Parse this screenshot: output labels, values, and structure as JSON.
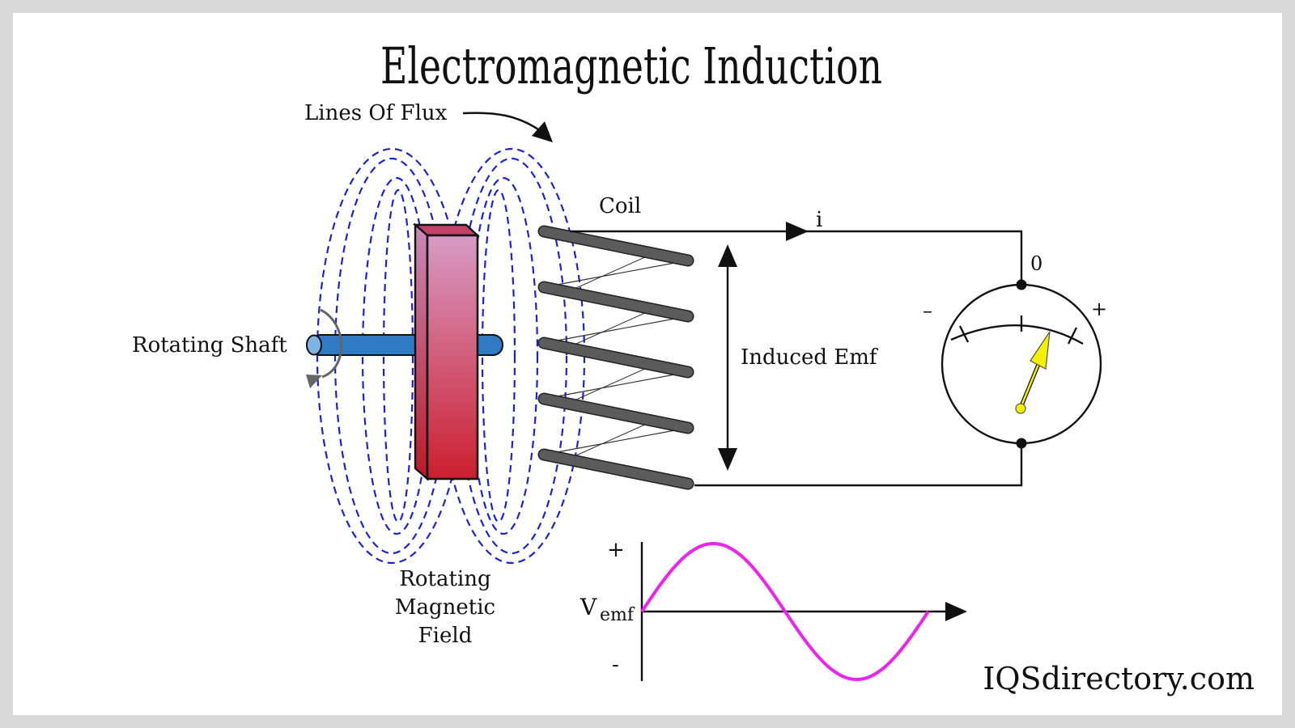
{
  "title": "Electromagnetic Induction",
  "labels": {
    "lines_of_flux": "Lines Of Flux",
    "coil": "Coil",
    "current": "i",
    "rotating_shaft": "Rotating Shaft",
    "induced_emf": "Induced Emf",
    "rotating_magnetic_field": [
      "Rotating",
      "Magnetic",
      "Field"
    ],
    "meter_zero": "0",
    "meter_minus": "–",
    "meter_plus": "+"
  },
  "graph": {
    "plus": "+",
    "minus": "-",
    "v_main": "V",
    "v_sub": "emf",
    "cycles": 1,
    "amplitude": 1
  },
  "watermark": "IQSdirectory.com",
  "colors": {
    "flux": "#1a22d6",
    "magnet_top": "#d79bc6",
    "magnet_bottom": "#cc1f2e",
    "shaft": "#2e7bc4",
    "shaft_end": "#7fb3e6",
    "coil": "#5b5b5b",
    "needle": "#f5f000",
    "sine": "#ee22ee",
    "frame": "#d9d9d9"
  }
}
